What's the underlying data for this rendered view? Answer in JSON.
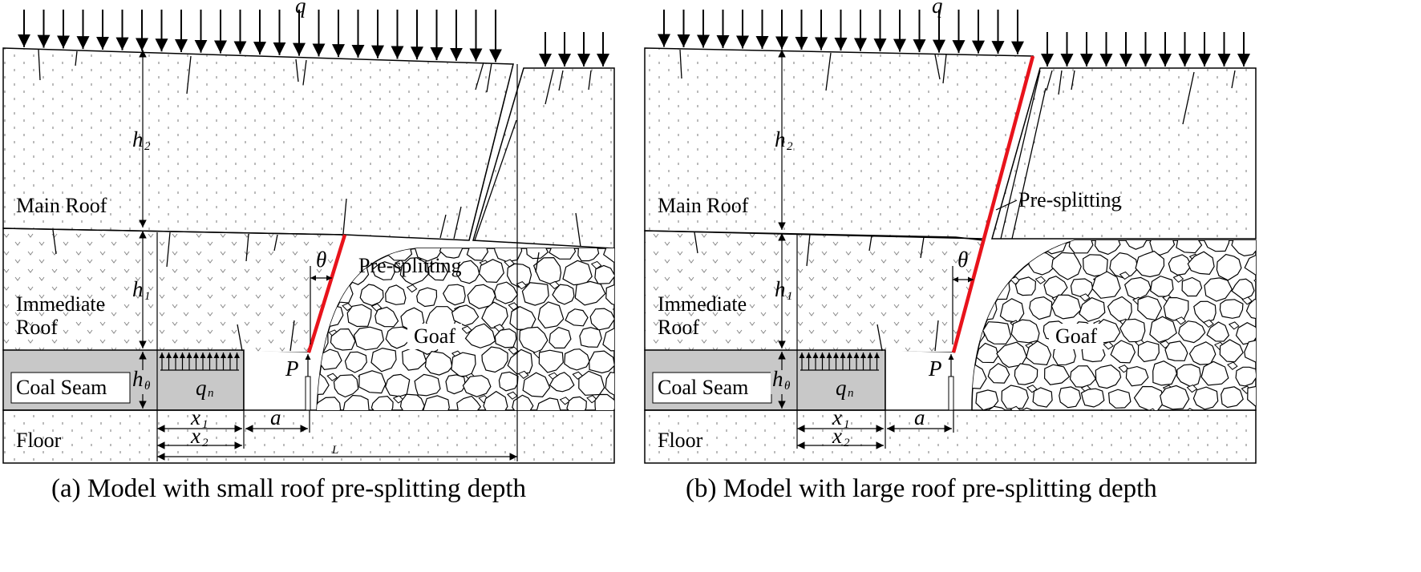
{
  "panels": [
    {
      "id": "a",
      "caption": "(a) Model with small roof pre-splitting depth",
      "layers": {
        "main_roof": "Main Roof",
        "immediate_roof": [
          "Immediate",
          "Roof"
        ],
        "coal_seam": "Coal Seam",
        "floor": "Floor",
        "goaf": "Goaf"
      },
      "pre_splitting": "Pre-splitting",
      "symbols": {
        "q": "q",
        "h2": "h",
        "h2_sub": "2",
        "h1": "h",
        "h1_sub": "1",
        "h0": "h",
        "h0_sub": "θ",
        "qn": "q",
        "qn_sub": "n",
        "P": "P",
        "theta": "θ",
        "x1": "x",
        "x1_sub": "1",
        "x2": "x",
        "x2_sub": "2",
        "a": "a",
        "L": "L"
      }
    },
    {
      "id": "b",
      "caption": "(b) Model with large roof pre-splitting depth",
      "layers": {
        "main_roof": "Main Roof",
        "immediate_roof": [
          "Immediate",
          "Roof"
        ],
        "coal_seam": "Coal Seam",
        "floor": "Floor",
        "goaf": "Goaf"
      },
      "pre_splitting": "Pre-splitting",
      "symbols": {
        "q": "q",
        "h2": "h",
        "h2_sub": "2",
        "h1": "h",
        "h1_sub": "1",
        "h0": "h",
        "h0_sub": "θ",
        "qn": "q",
        "qn_sub": "n",
        "P": "P",
        "theta": "θ",
        "x1": "x",
        "x1_sub": "1",
        "x2": "x",
        "x2_sub": "2",
        "a": "a"
      }
    }
  ],
  "colors": {
    "pre_splitting_line": "#e8131b",
    "coal_seam_fill": "#c8c8c8",
    "line": "#000000"
  }
}
